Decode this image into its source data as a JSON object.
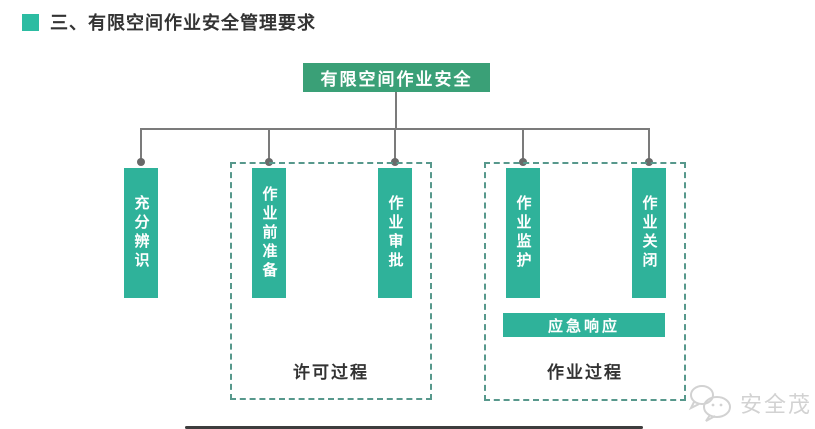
{
  "header": {
    "title": "三、有限空间作业安全管理要求"
  },
  "chart": {
    "type": "tree-diagram",
    "root": {
      "label": "有限空间作业安全"
    },
    "branches": [
      {
        "label": "充分辨识"
      },
      {
        "label": "作业前准备"
      },
      {
        "label": "作业审批"
      },
      {
        "label": "作业监护"
      },
      {
        "label": "作业关闭"
      }
    ],
    "groups": [
      {
        "label": "许可过程",
        "members": [
          "作业前准备",
          "作业审批"
        ]
      },
      {
        "label": "作业过程",
        "members": [
          "作业监护",
          "作业关闭",
          "应急响应"
        ],
        "extra_bar": "应急响应"
      }
    ]
  },
  "watermark": {
    "text": "安全茂",
    "icon": "chat-bubbles-icon"
  },
  "colors": {
    "root_box": "#3aa077",
    "bars": "#2fb29a",
    "bullet": "#2cbca2",
    "dashed_border": "#57988c",
    "connector": "#7b7b7b",
    "title_text": "#333333",
    "watermark_text": "#d2d2d2"
  }
}
